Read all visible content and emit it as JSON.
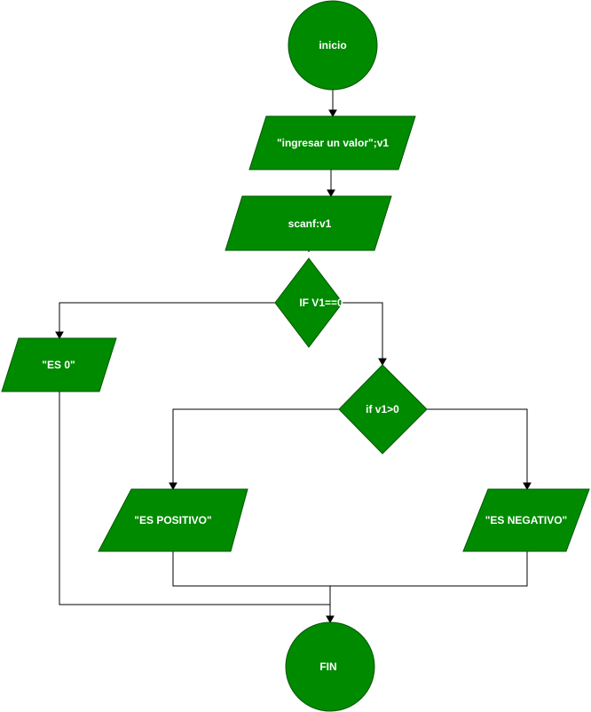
{
  "diagram": {
    "nodes": {
      "start": {
        "label": "inicio",
        "shape": "circle"
      },
      "prompt": {
        "label": "\"ingresar un valor\";v1",
        "shape": "parallelogram"
      },
      "scan": {
        "label": "scanf:v1",
        "shape": "parallelogram"
      },
      "cond_zero": {
        "label": "IF V1==0",
        "shape": "diamond"
      },
      "out_zero": {
        "label": "\"ES 0\"",
        "shape": "parallelogram"
      },
      "cond_pos": {
        "label": "if v1>0",
        "shape": "diamond"
      },
      "out_pos": {
        "label": "\"ES POSITIVO\"",
        "shape": "parallelogram"
      },
      "out_neg": {
        "label": "\"ES NEGATIVO\"",
        "shape": "parallelogram"
      },
      "end": {
        "label": "FIN",
        "shape": "circle"
      }
    },
    "edges": [
      {
        "from": "start",
        "to": "prompt"
      },
      {
        "from": "prompt",
        "to": "scan"
      },
      {
        "from": "scan",
        "to": "cond_zero"
      },
      {
        "from": "cond_zero",
        "to": "out_zero"
      },
      {
        "from": "cond_zero",
        "to": "cond_pos"
      },
      {
        "from": "cond_pos",
        "to": "out_pos"
      },
      {
        "from": "cond_pos",
        "to": "out_neg"
      },
      {
        "from": "out_zero",
        "to": "end"
      },
      {
        "from": "out_pos",
        "to": "end"
      },
      {
        "from": "out_neg",
        "to": "end"
      }
    ],
    "colors": {
      "fill": "#008a00",
      "stroke": "#005700",
      "text": "#ffffff",
      "line": "#000000"
    }
  }
}
